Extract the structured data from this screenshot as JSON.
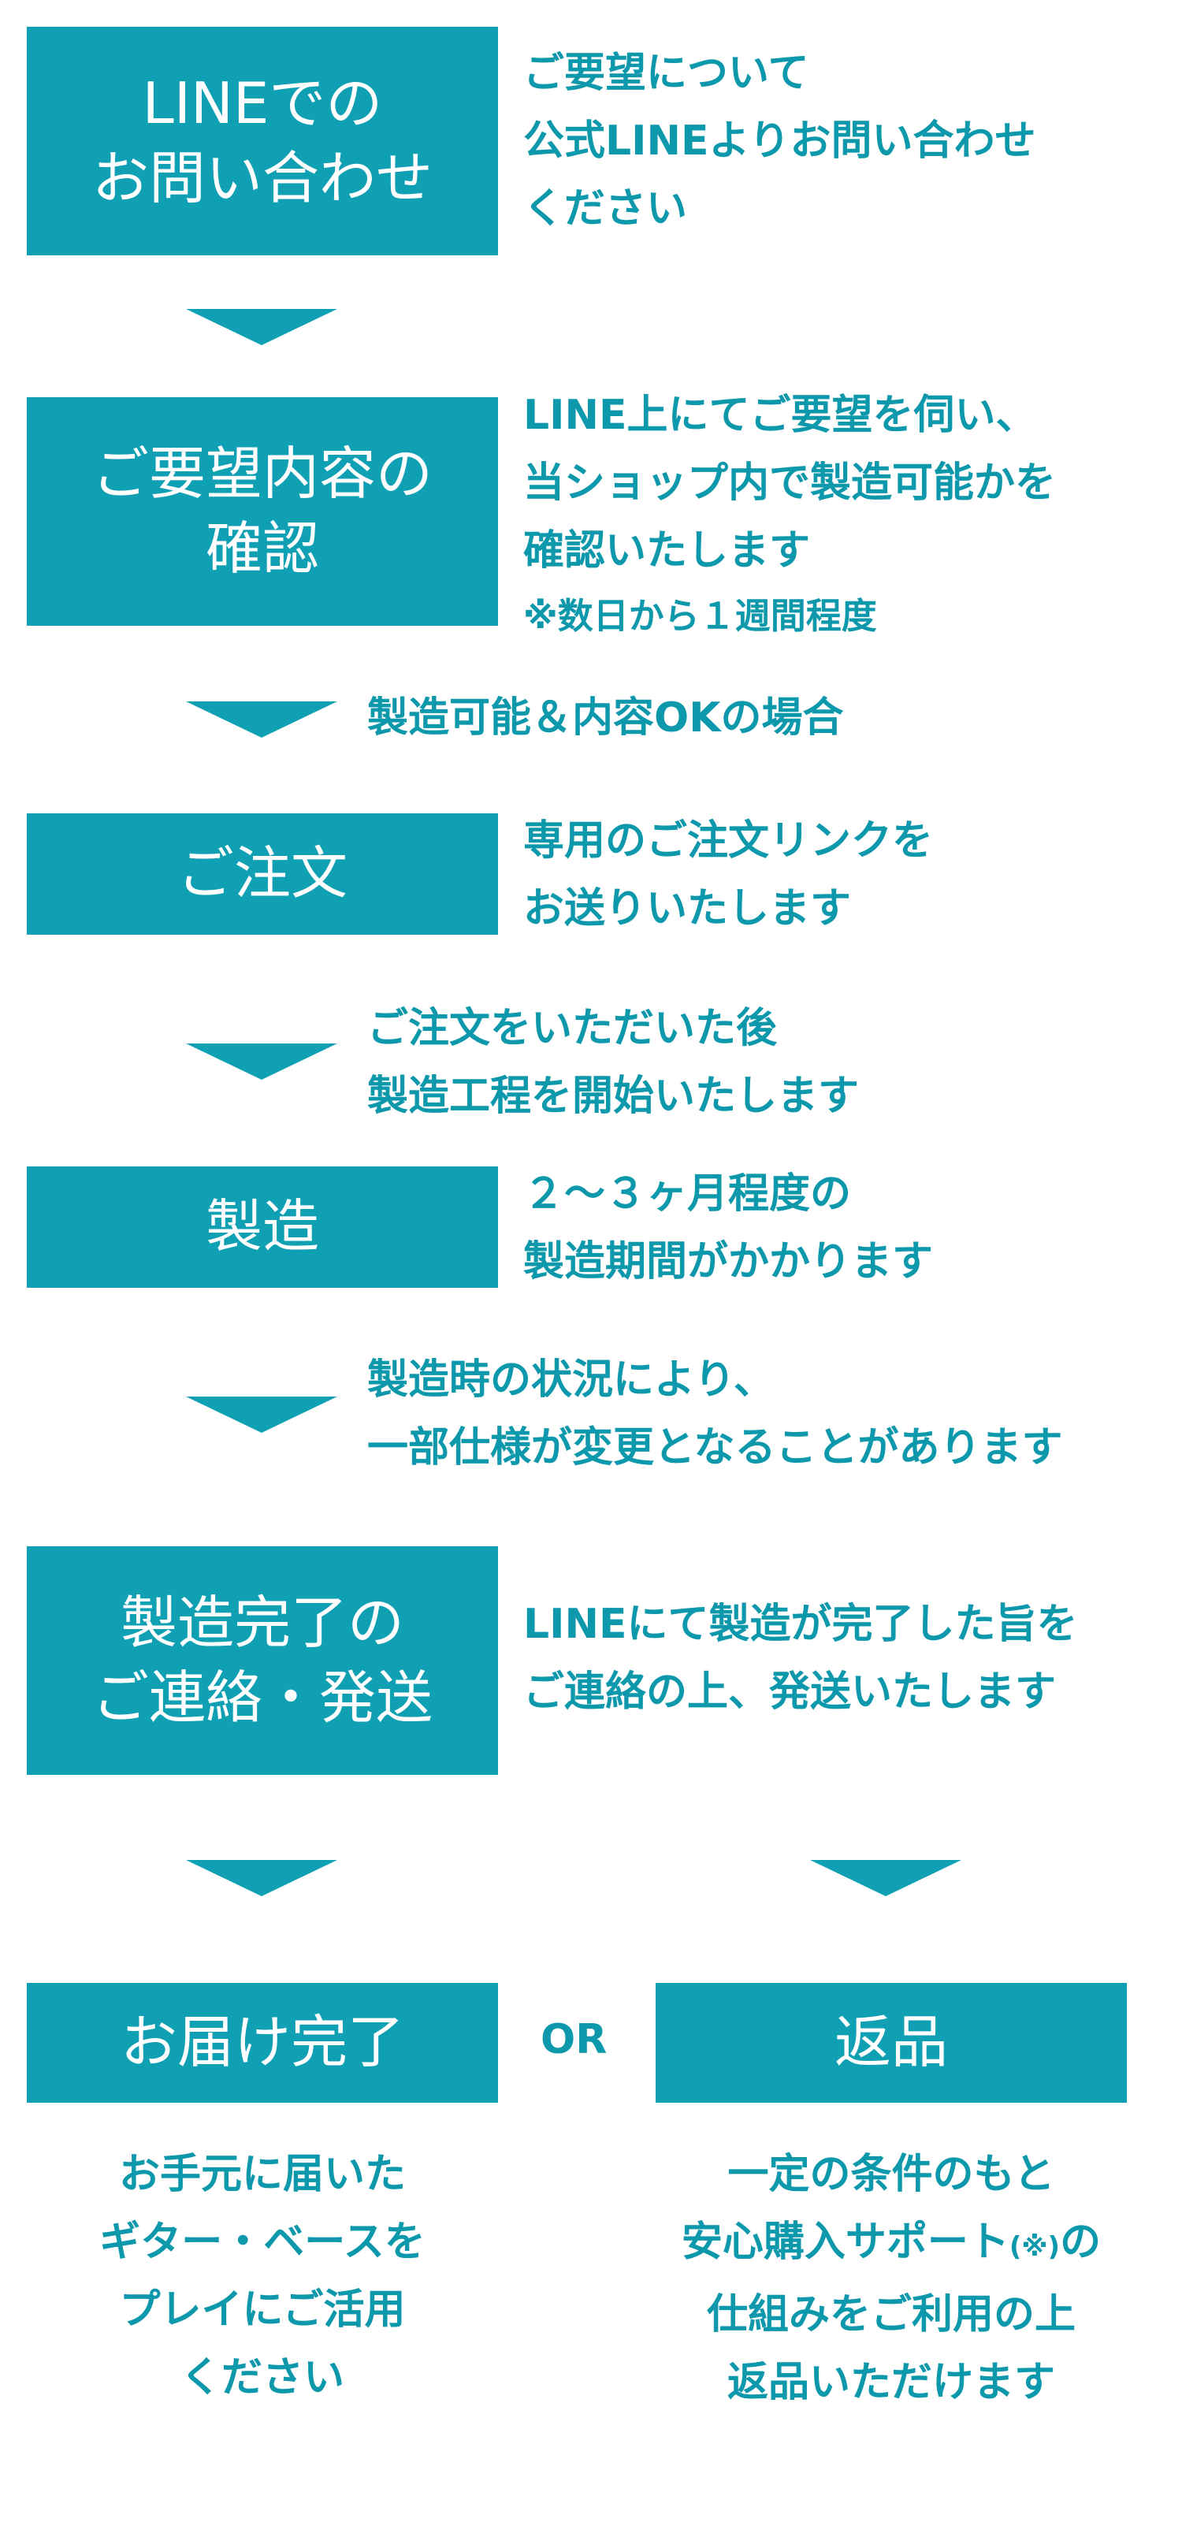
{
  "colors": {
    "accent": "#0fa0b3",
    "text": "#0e98ab",
    "background": "#ffffff"
  },
  "steps": [
    {
      "title_lines": [
        "LINEでの",
        "お問い合わせ"
      ],
      "desc_lines": [
        "ご要望について",
        "公式LINEよりお問い合わせ",
        "ください"
      ]
    },
    {
      "title_lines": [
        "ご要望内容の",
        "確認"
      ],
      "desc_lines": [
        "LINE上にてご要望を伺い、",
        "当ショップ内で製造可能かを",
        "確認いたします"
      ],
      "desc_note": "※数日から１週間程度"
    },
    {
      "arrow_note_lines": [
        "製造可能＆内容OKの場合"
      ],
      "title_lines": [
        "ご注文"
      ],
      "desc_lines": [
        "専用のご注文リンクを",
        "お送りいたします"
      ]
    },
    {
      "arrow_note_lines": [
        "ご注文をいただいた後",
        "製造工程を開始いたします"
      ],
      "title_lines": [
        "製造"
      ],
      "desc_lines": [
        "２〜３ヶ月程度の",
        "製造期間がかかります"
      ]
    },
    {
      "arrow_note_lines": [
        "製造時の状況により、",
        "一部仕様が変更となることがあります"
      ],
      "title_lines": [
        "製造完了の",
        "ご連絡・発送"
      ],
      "desc_lines": [
        "LINEにて製造が完了した旨を",
        "ご連絡の上、発送いたします"
      ]
    }
  ],
  "outcomes": {
    "or_label": "OR",
    "delivery": {
      "title": "お届け完了",
      "desc_lines": [
        "お手元に届いた",
        "ギター・ベースを",
        "プレイにご活用",
        "ください"
      ]
    },
    "return": {
      "title": "返品",
      "desc_line1": "一定の条件のもと",
      "desc_line2_main": "安心購入サポート",
      "desc_line2_note": "(※)",
      "desc_line2_tail": "の",
      "desc_line3": "仕組みをご利用の上",
      "desc_line4": "返品いただけます"
    }
  }
}
